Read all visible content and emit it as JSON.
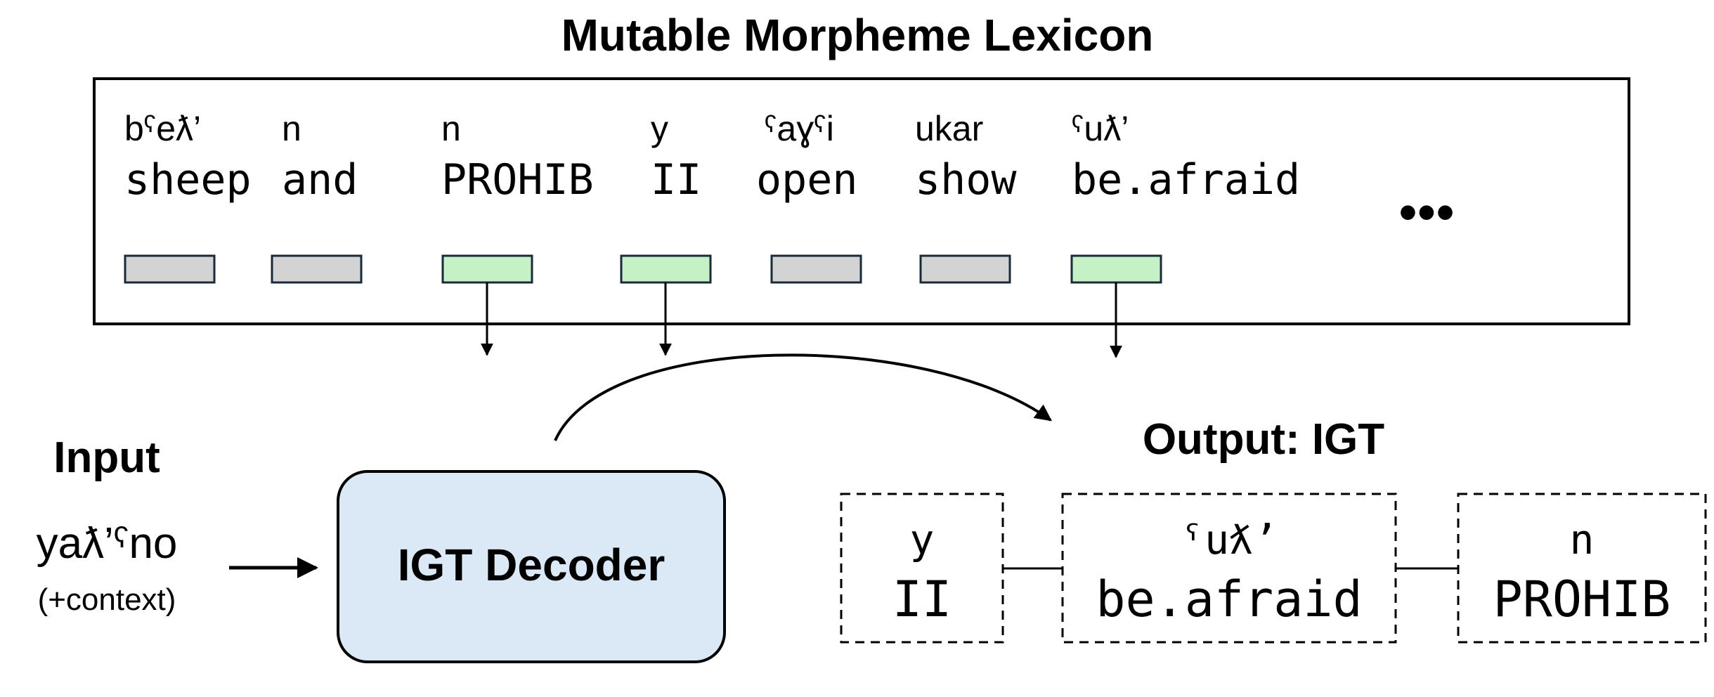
{
  "title": "Mutable Morpheme Lexicon",
  "lexicon": {
    "entries": [
      {
        "morpheme": "bˤeƛ’",
        "gloss": "sheep",
        "selected": false
      },
      {
        "morpheme": "n",
        "gloss": "and",
        "selected": false
      },
      {
        "morpheme": "n",
        "gloss": "PROHIB",
        "selected": true
      },
      {
        "morpheme": "y",
        "gloss": "II",
        "selected": true
      },
      {
        "morpheme": "ˤaɣˤi",
        "gloss": "open",
        "selected": false
      },
      {
        "morpheme": "ukar",
        "gloss": "show",
        "selected": false
      },
      {
        "morpheme": "ˤuƛ’",
        "gloss": "be.afraid",
        "selected": true
      }
    ],
    "ellipsis": "•••"
  },
  "input": {
    "label": "Input",
    "text": "yaƛ’ˤno",
    "context": "(+context)"
  },
  "decoder": {
    "label": "IGT Decoder"
  },
  "output": {
    "label": "Output: IGT",
    "items": [
      {
        "morpheme": "y",
        "gloss": "II"
      },
      {
        "morpheme": "ˤuƛ’",
        "gloss": "be.afraid"
      },
      {
        "morpheme": "n",
        "gloss": "PROHIB"
      }
    ]
  },
  "colors": {
    "selected_fill": "#c6f0c6",
    "unselected_fill": "#d3d3d3",
    "decoder_fill": "#dbe8f5",
    "stroke": "#000000"
  }
}
